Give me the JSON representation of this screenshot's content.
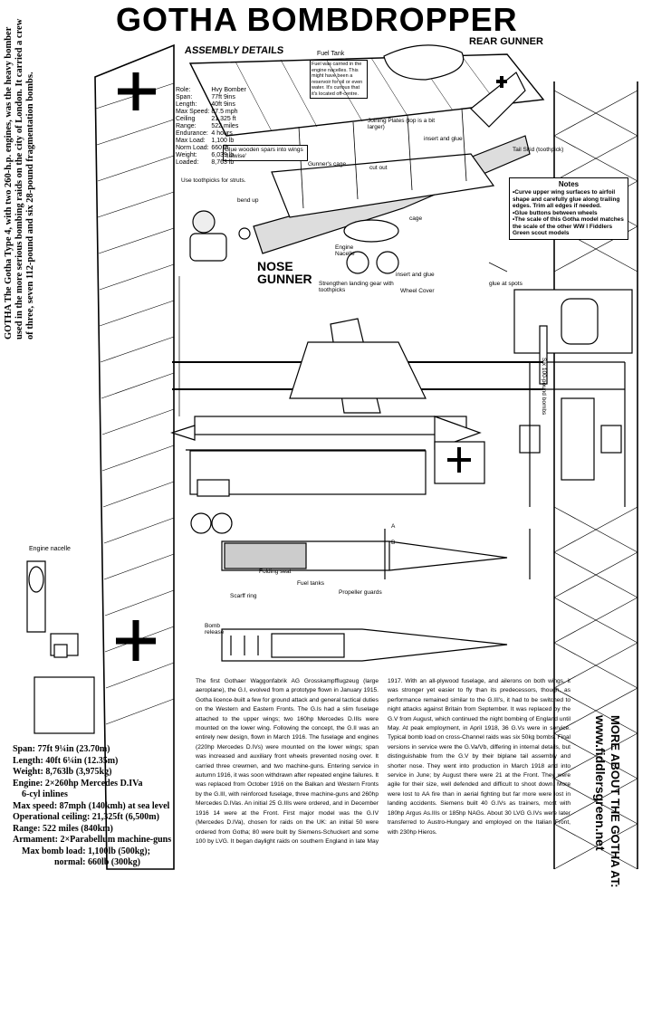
{
  "title": "GOTHA BOMBDROPPER",
  "labels": {
    "assembly_details": "ASSEMBLY DETAILS",
    "rear_gunner": "REAR GUNNER",
    "nose_gunner": "NOSE GUNNER",
    "fuel_tank": "Fuel Tank",
    "fuel_tank_note": "Fuel was carried in the engine nacelles. This might have been a reservoir for oil or even water. It's curious that it's located off-centre.",
    "joining_plates": "Joining Plates (top is a bit larger)",
    "insert_and_glue_top": "insert and glue",
    "tail_skid": "Tail Skid (toothpick)",
    "glue_spars": "Glue wooden spars into wings 'flatwise'",
    "toothpicks_struts": "Use toothpicks for struts.",
    "gunners_cage": "Gunner's cage",
    "cut_out": "cut out",
    "bend_up": "bend up",
    "cage": "cage",
    "engine_nacelle": "Engine Nacelle",
    "insert_and_glue_bottom": "insert and glue",
    "glue_at_spots": "glue at spots",
    "strengthen_gear": "Strengthen landing gear with toothpicks",
    "wheel_cover": "Wheel Cover",
    "bombs_label": "Six 100-pound bombs",
    "engine_nacelle_small": "Engine nacelle",
    "folding_seat": "Folding seat",
    "fuel_tanks": "Fuel tanks",
    "scarff_ring": "Scarff ring",
    "propeller_guards": "Propeller guards",
    "bomb_release": "Bomb release",
    "section_a": "A",
    "section_b": "B"
  },
  "specs_box": [
    [
      "Role:",
      "Hvy Bomber"
    ],
    [
      "Span:",
      "77ft 9ins"
    ],
    [
      "Length:",
      "40ft 9ins"
    ],
    [
      "Max Speed:",
      "87.5 mph"
    ],
    [
      "Ceiling",
      "21,325 ft"
    ],
    [
      "Range:",
      "522 miles"
    ],
    [
      "Endurance:",
      "4 hours"
    ],
    [
      "Max Load:",
      "1,100 lb"
    ],
    [
      "Norm Load:",
      "660 lb"
    ],
    [
      "Weight:",
      "6,039 lb"
    ],
    [
      "Loaded:",
      "8,763 lb"
    ]
  ],
  "notes": {
    "heading": "Notes",
    "items": [
      "•Curve upper wing surfaces to airfoil shape and carefully glue along trailing edges. Trim all edges if needed.",
      "•Glue buttons between wheels",
      "•The scale of this Gotha model matches the scale of the other WW I Fiddlers Green scout models"
    ]
  },
  "side_text": "GOTHA  The Gotha Type 4, with two 260-h.p. engines, was the heavy bomber used in the more serious bombing raids on the city of London. It carried a crew of three, seven 112-pound and six 28-pound fragmentation bombs.",
  "right_text": {
    "line1": "MORE ABOUT THE GOTHA AT:",
    "line2": "www.fiddlersgreen.net"
  },
  "bottom_specs": [
    "Span: 77ft 9¼in (23.70m)",
    "Length: 40ft 6¼in (12.35m)",
    "Weight: 8,763lb (3,975kg)",
    "Engine: 2×260hp Mercedes D.IVa",
    "6-cyl inlines",
    "Max speed: 87mph (140kmh) at sea level",
    "Operational ceiling: 21,325ft (6,500m)",
    "Range: 522 miles (840km)",
    "Armament: 2×Parabellum machine-guns",
    "Max bomb load: 1,100lb (500kg);",
    "normal: 660lb (300kg)"
  ],
  "article": "The first Gothaer Waggonfabrik AG Grosskampfflugzeug (large aeroplane), the G.I, evolved from a prototype flown in January 1915. Gotha licence-built a few for ground attack and general tactical duties on the Western and Eastern Fronts. The G.Is had a slim fuselage attached to the upper wings; two 160hp Mercedes D.IIIs were mounted on the lower wing. Following the concept, the G.II was an entirely new design, flown in March 1916. The fuselage and engines (220hp Mercedes D.IVs) were mounted on the lower wings; span was increased and auxiliary front wheels prevented nosing over. It carried three crewmen, and two machine-guns. Entering service in autumn 1916, it was soon withdrawn after repeated engine failures. It was replaced from October 1916 on the Balkan and Western Fronts by the G.III, with reinforced fuselage, three machine-guns and 260hp Mercedes D.IVas. An initial 25 G.IIIs were ordered, and in December 1916 14 were at the Front. First major model was the G.IV (Mercedes D.IVa), chosen for raids on the UK: an initial 50 were ordered from Gotha; 80 were built by Siemens-Schuckert and some 100 by LVG. It began daylight raids on southern England in late May 1917. With an all-plywood fuselage, and ailerons on both wings, it was stronger yet easier to fly than its predecessors, though, as performance remained similar to the G.III's, it had to be switched to night attacks against Britain from September. It was replaced by the G.V from August, which continued the night bombing of England until May. At peak employment, in April 1918, 36 G.Vs were in service. Typical bomb load on cross-Channel raids was six 50kg bombs. Final versions in service were the G.Va/Vb, differing in internal details, but distinguishable from the G.V by their biplane tail assembly and shorter nose. They went into production in March 1918 and into service in June; by August there were 21 at the Front. They were agile for their size, well defended and difficult to shoot down. More were lost to AA fire than in aerial fighting but far more were lost in landing accidents. Siemens built 40 G.IVs as trainers, most with 180hp Argus As.IIIs or 185hp NAGs. About 30 LVG G.IVs were later transferred to Austro-Hungary and employed on the Italian Front, with 230hp Hieros."
}
